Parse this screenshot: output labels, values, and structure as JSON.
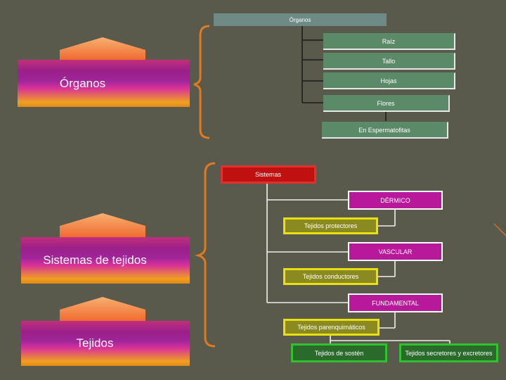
{
  "levels": {
    "organos": "Órganos",
    "sistemas": "Sistemas de tejidos",
    "tejidos": "Tejidos"
  },
  "organ_tree": {
    "root": "Órganos",
    "raiz": "Raíz",
    "tallo": "Tallo",
    "hojas": "Hojas",
    "flores": "Flores",
    "espermatofitas": "En Espermatofitas"
  },
  "system_tree": {
    "root": "Sistemas",
    "dermico": "DÉRMICO",
    "protectores": "Tejidos  protectores",
    "vascular": "VASCULAR",
    "conductores": "Tejidos conductores",
    "fundamental": "FUNDAMENTAL",
    "parenquimaticos": "Tejidos parenquimáticos",
    "sosten": "Tejidos de sostén",
    "secretores": "Tejidos secretores y excretores"
  },
  "colors": {
    "background": "#5a5a4c",
    "organ_node": "#5a8a68",
    "sistemas_node": "#c01010",
    "system_node": "#b8189a",
    "tissue_node": "#8a8a20",
    "leaf_node": "#2a6a2a",
    "bracket": "#e07a20"
  }
}
